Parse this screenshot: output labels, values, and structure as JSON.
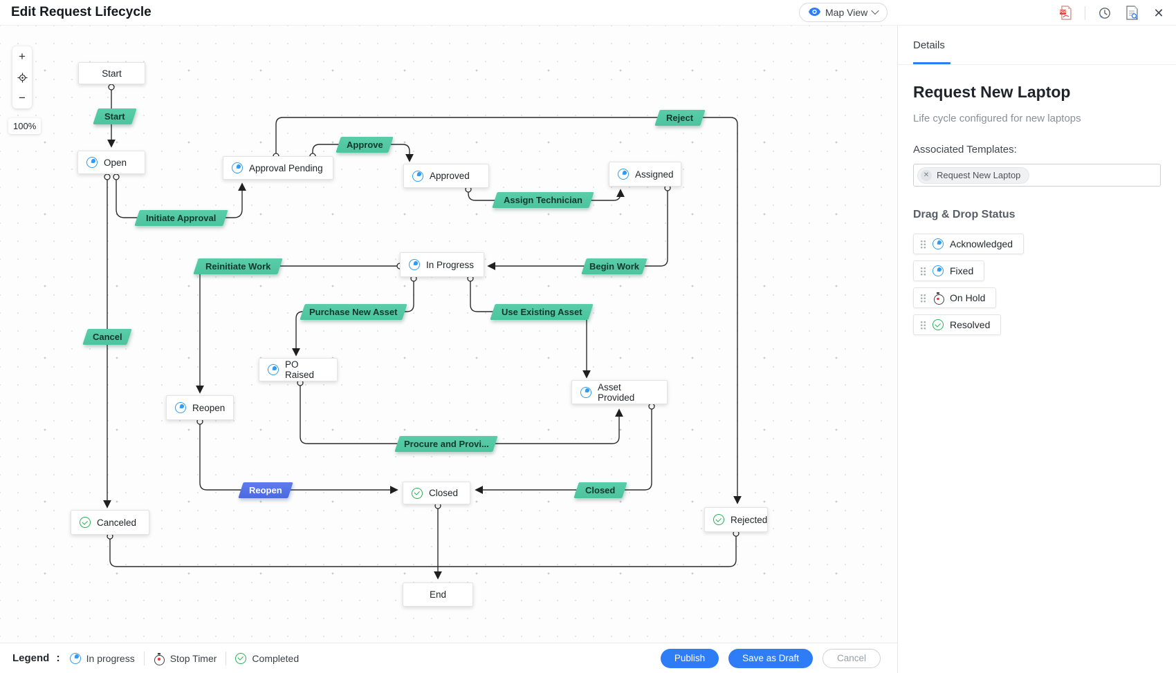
{
  "header": {
    "title": "Edit Request Lifecycle",
    "view_selector": {
      "label": "Map View",
      "icon": "eye-icon"
    },
    "icons": [
      "pdf-export",
      "history",
      "preview-search",
      "close"
    ]
  },
  "canvas": {
    "zoom_in": "+",
    "zoom_out": "−",
    "zoom_level": "100%"
  },
  "flow": {
    "nodes": [
      {
        "id": "start",
        "label": "Start",
        "icon": "none"
      },
      {
        "id": "open",
        "label": "Open",
        "icon": "in-progress"
      },
      {
        "id": "approval-pending",
        "label": "Approval Pending",
        "icon": "in-progress"
      },
      {
        "id": "approved",
        "label": "Approved",
        "icon": "in-progress"
      },
      {
        "id": "assigned",
        "label": "Assigned",
        "icon": "in-progress"
      },
      {
        "id": "in-progress",
        "label": "In Progress",
        "icon": "in-progress"
      },
      {
        "id": "po-raised",
        "label": "PO Raised",
        "icon": "in-progress"
      },
      {
        "id": "reopen",
        "label": "Reopen",
        "icon": "in-progress"
      },
      {
        "id": "asset-provided",
        "label": "Asset Provided",
        "icon": "in-progress"
      },
      {
        "id": "closed",
        "label": "Closed",
        "icon": "completed"
      },
      {
        "id": "canceled",
        "label": "Canceled",
        "icon": "completed"
      },
      {
        "id": "rejected",
        "label": "Rejected",
        "icon": "completed"
      },
      {
        "id": "end",
        "label": "End",
        "icon": "none"
      }
    ],
    "transitions": [
      {
        "id": "t-start",
        "label": "Start",
        "color": "green"
      },
      {
        "id": "t-initiate-approval",
        "label": "Initiate Approval",
        "color": "green"
      },
      {
        "id": "t-approve",
        "label": "Approve",
        "color": "green"
      },
      {
        "id": "t-reject",
        "label": "Reject",
        "color": "green"
      },
      {
        "id": "t-assign-technician",
        "label": "Assign Technician",
        "color": "green"
      },
      {
        "id": "t-begin-work",
        "label": "Begin Work",
        "color": "green"
      },
      {
        "id": "t-reinitiate-work",
        "label": "Reinitiate Work",
        "color": "green"
      },
      {
        "id": "t-purchase-new-asset",
        "label": "Purchase New Asset",
        "color": "green"
      },
      {
        "id": "t-use-existing-asset",
        "label": "Use Existing Asset",
        "color": "green"
      },
      {
        "id": "t-cancel",
        "label": "Cancel",
        "color": "green"
      },
      {
        "id": "t-procure",
        "label": "Procure and Provi...",
        "color": "green"
      },
      {
        "id": "t-reopen",
        "label": "Reopen",
        "color": "blue"
      },
      {
        "id": "t-closed",
        "label": "Closed",
        "color": "green"
      }
    ]
  },
  "sidebar": {
    "tab": "Details",
    "title": "Request New Laptop",
    "subtitle": "Life cycle configured for new laptops",
    "associated_templates_label": "Associated Templates:",
    "template_tag": "Request New Laptop",
    "drag_drop_heading": "Drag & Drop Status",
    "statuses": [
      {
        "label": "Acknowledged",
        "icon": "in-progress"
      },
      {
        "label": "Fixed",
        "icon": "in-progress"
      },
      {
        "label": "On Hold",
        "icon": "stop-timer"
      },
      {
        "label": "Resolved",
        "icon": "completed"
      }
    ]
  },
  "footer": {
    "legend_label": "Legend",
    "legend_separator": ":",
    "legend_items": [
      {
        "label": "In progress",
        "icon": "in-progress"
      },
      {
        "label": "Stop Timer",
        "icon": "stop-timer"
      },
      {
        "label": "Completed",
        "icon": "completed"
      }
    ],
    "buttons": {
      "publish": "Publish",
      "save_draft": "Save as Draft",
      "cancel": "Cancel"
    }
  },
  "colors": {
    "accent_blue": "#2E7CF6",
    "transition_green": "#52C9A3",
    "transition_blue": "#5472E6",
    "in_progress_icon": "#2F9BF3",
    "completed_icon": "#25AF52",
    "stop_timer_icon": "#3A3F45",
    "connector": "#2B2B2B"
  }
}
